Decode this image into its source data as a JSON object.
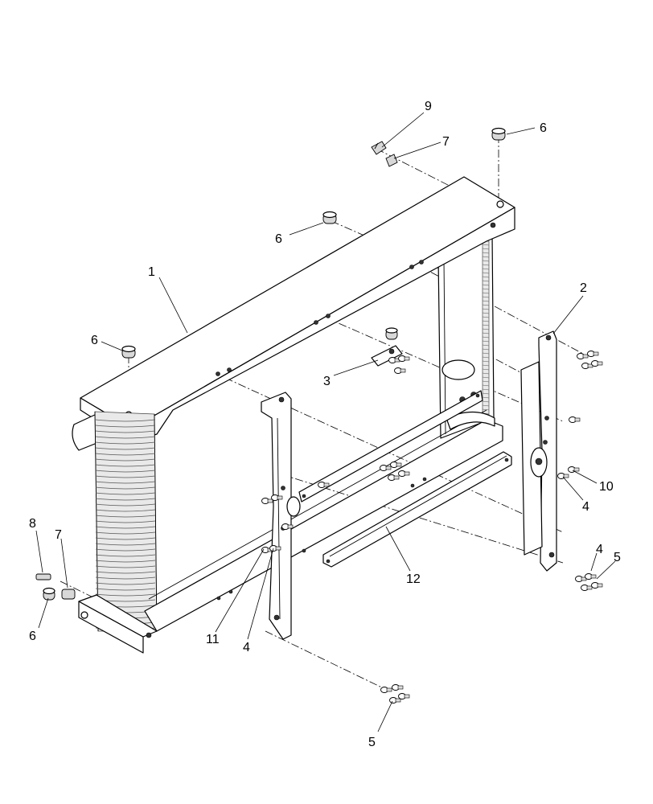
{
  "callouts": [
    {
      "id": "c-9",
      "text": "9"
    },
    {
      "id": "c-7a",
      "text": "7"
    },
    {
      "id": "c-6a",
      "text": "6"
    },
    {
      "id": "c-6b",
      "text": "6"
    },
    {
      "id": "c-1",
      "text": "1"
    },
    {
      "id": "c-2",
      "text": "2"
    },
    {
      "id": "c-6c",
      "text": "6"
    },
    {
      "id": "c-3",
      "text": "3"
    },
    {
      "id": "c-10",
      "text": "10"
    },
    {
      "id": "c-4a",
      "text": "4"
    },
    {
      "id": "c-8",
      "text": "8"
    },
    {
      "id": "c-7b",
      "text": "7"
    },
    {
      "id": "c-4b",
      "text": "4"
    },
    {
      "id": "c-5a",
      "text": "5"
    },
    {
      "id": "c-12",
      "text": "12"
    },
    {
      "id": "c-6d",
      "text": "6"
    },
    {
      "id": "c-11",
      "text": "11"
    },
    {
      "id": "c-4c",
      "text": "4"
    },
    {
      "id": "c-5b",
      "text": "5"
    }
  ]
}
